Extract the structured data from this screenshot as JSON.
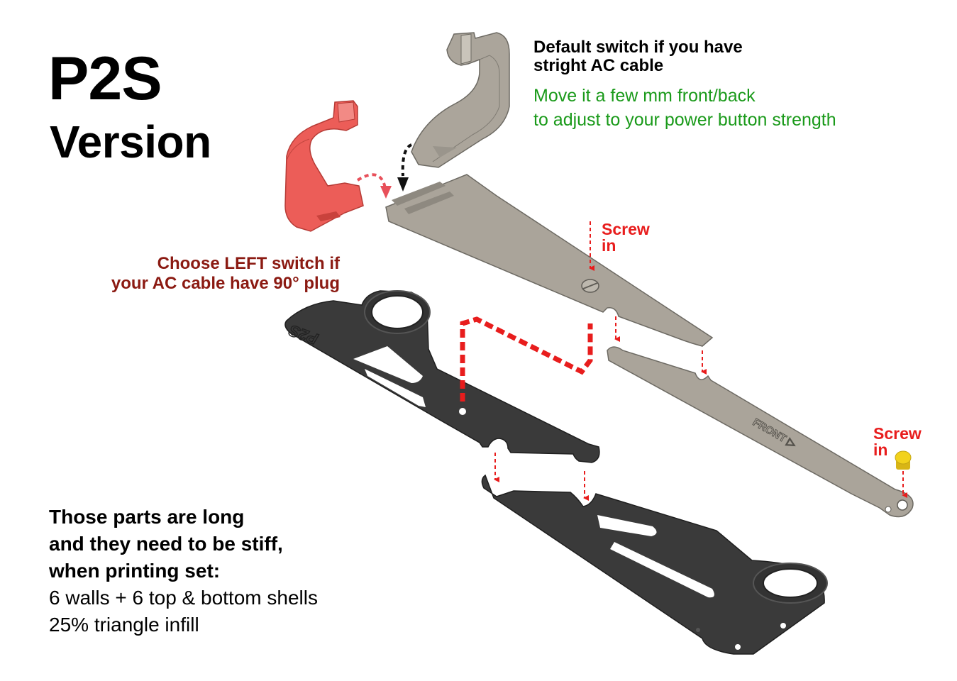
{
  "title": {
    "line1": "P2S",
    "line2": "Version"
  },
  "default_switch": {
    "line1": "Default switch if you have",
    "line2": "stright AC cable"
  },
  "adjust_note": {
    "line1": "Move it a few mm front/back",
    "line2": "to adjust to your power button strength"
  },
  "left_switch": {
    "line1": "Choose LEFT switch if",
    "line2": "your AC cable have 90° plug"
  },
  "screw_labels": [
    {
      "line1": "Screw",
      "line2": "in"
    },
    {
      "line1": "Screw",
      "line2": "in"
    }
  ],
  "part_engravings": {
    "base_plate": "P2S",
    "arm": "FRONT ▷"
  },
  "print_note": {
    "bold": [
      "Those parts are long",
      "and they need to be stiff,",
      "when printing set:"
    ],
    "normal": [
      "6 walls + 6 top & bottom shells",
      "25% triangle infill"
    ]
  },
  "colors": {
    "red_switch": "#ec5d58",
    "grey_part": "#aaa49a",
    "dark_plate": "#3a3a3a",
    "arrow_red": "#e81d1d",
    "note_green": "#1a9a1a",
    "note_darkred": "#8b1a12",
    "screw_yellow": "#f2d21c"
  }
}
